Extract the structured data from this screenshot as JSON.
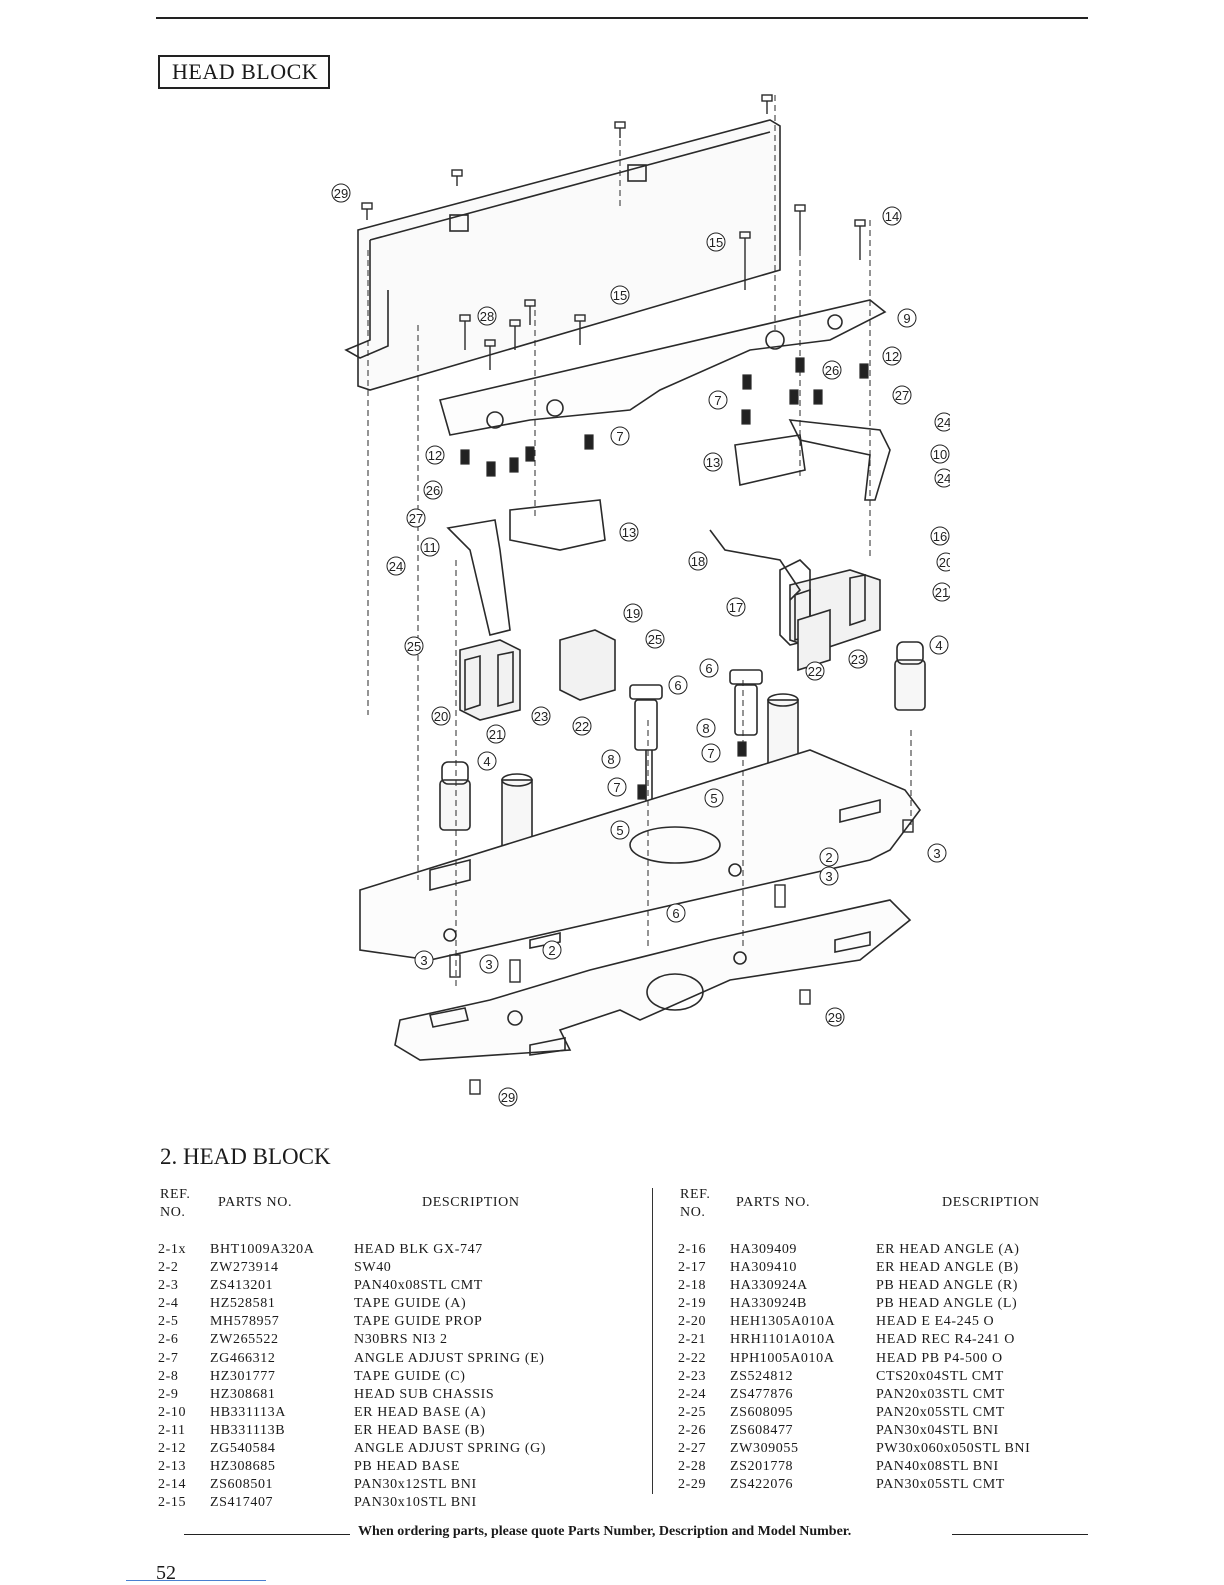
{
  "page": {
    "boxed_title": "HEAD BLOCK",
    "section_title": "2. HEAD BLOCK",
    "footer_note": "When ordering parts, please quote Parts Number, Description and Model Number.",
    "page_number": "52"
  },
  "table_headers": {
    "ref_line1": "REF.",
    "ref_line2": "NO.",
    "parts_no": "PARTS NO.",
    "description": "DESCRIPTION"
  },
  "parts_left": [
    {
      "ref": "2-1x",
      "parts_no": "BHT1009A320A",
      "description": "HEAD BLK GX-747"
    },
    {
      "ref": "2-2",
      "parts_no": "ZW273914",
      "description": "SW40"
    },
    {
      "ref": "2-3",
      "parts_no": "ZS413201",
      "description": "PAN40x08STL CMT"
    },
    {
      "ref": "2-4",
      "parts_no": "HZ528581",
      "description": "TAPE GUIDE (A)"
    },
    {
      "ref": "2-5",
      "parts_no": "MH578957",
      "description": "TAPE GUIDE PROP"
    },
    {
      "ref": "2-6",
      "parts_no": "ZW265522",
      "description": "N30BRS NI3 2"
    },
    {
      "ref": "2-7",
      "parts_no": "ZG466312",
      "description": "ANGLE ADJUST SPRING (E)"
    },
    {
      "ref": "2-8",
      "parts_no": "HZ301777",
      "description": "TAPE GUIDE (C)"
    },
    {
      "ref": "2-9",
      "parts_no": "HZ308681",
      "description": "HEAD SUB CHASSIS"
    },
    {
      "ref": "2-10",
      "parts_no": "HB331113A",
      "description": "ER HEAD BASE (A)"
    },
    {
      "ref": "2-11",
      "parts_no": "HB331113B",
      "description": "ER HEAD BASE (B)"
    },
    {
      "ref": "2-12",
      "parts_no": "ZG540584",
      "description": "ANGLE ADJUST SPRING (G)"
    },
    {
      "ref": "2-13",
      "parts_no": "HZ308685",
      "description": "PB HEAD BASE"
    },
    {
      "ref": "2-14",
      "parts_no": "ZS608501",
      "description": "PAN30x12STL BNI"
    },
    {
      "ref": "2-15",
      "parts_no": "ZS417407",
      "description": "PAN30x10STL BNI"
    }
  ],
  "parts_right": [
    {
      "ref": "2-16",
      "parts_no": "HA309409",
      "description": "ER HEAD ANGLE (A)"
    },
    {
      "ref": "2-17",
      "parts_no": "HA309410",
      "description": "ER HEAD ANGLE (B)"
    },
    {
      "ref": "2-18",
      "parts_no": "HA330924A",
      "description": "PB HEAD ANGLE (R)"
    },
    {
      "ref": "2-19",
      "parts_no": "HA330924B",
      "description": "PB HEAD ANGLE (L)"
    },
    {
      "ref": "2-20",
      "parts_no": "HEH1305A010A",
      "description": "HEAD E E4-245 O"
    },
    {
      "ref": "2-21",
      "parts_no": "HRH1101A010A",
      "description": "HEAD REC R4-241 O"
    },
    {
      "ref": "2-22",
      "parts_no": "HPH1005A010A",
      "description": "HEAD PB P4-500 O"
    },
    {
      "ref": "2-23",
      "parts_no": "ZS524812",
      "description": "CTS20x04STL CMT"
    },
    {
      "ref": "2-24",
      "parts_no": "ZS477876",
      "description": "PAN20x03STL CMT"
    },
    {
      "ref": "2-25",
      "parts_no": "ZS608095",
      "description": "PAN20x05STL CMT"
    },
    {
      "ref": "2-26",
      "parts_no": "ZS608477",
      "description": "PAN30x04STL BNI"
    },
    {
      "ref": "2-27",
      "parts_no": "ZW309055",
      "description": "PW30x060x050STL BNI"
    },
    {
      "ref": "2-28",
      "parts_no": "ZS201778",
      "description": "PAN40x08STL BNI"
    },
    {
      "ref": "2-29",
      "parts_no": "ZS422076",
      "description": "PAN30x05STL CMT"
    }
  ],
  "diagram_callouts": [
    "29",
    "15",
    "14",
    "28",
    "15",
    "9",
    "12",
    "26",
    "27",
    "24",
    "10",
    "24",
    "7",
    "13",
    "12",
    "7",
    "26",
    "27",
    "13",
    "11",
    "24",
    "18",
    "16",
    "20",
    "21",
    "19",
    "25",
    "17",
    "25",
    "4",
    "6",
    "23",
    "6",
    "22",
    "20",
    "21",
    "23",
    "22",
    "8",
    "4",
    "7",
    "8",
    "7",
    "5",
    "5",
    "3",
    "2",
    "3",
    "6",
    "2",
    "3",
    "3",
    "29",
    "29"
  ]
}
